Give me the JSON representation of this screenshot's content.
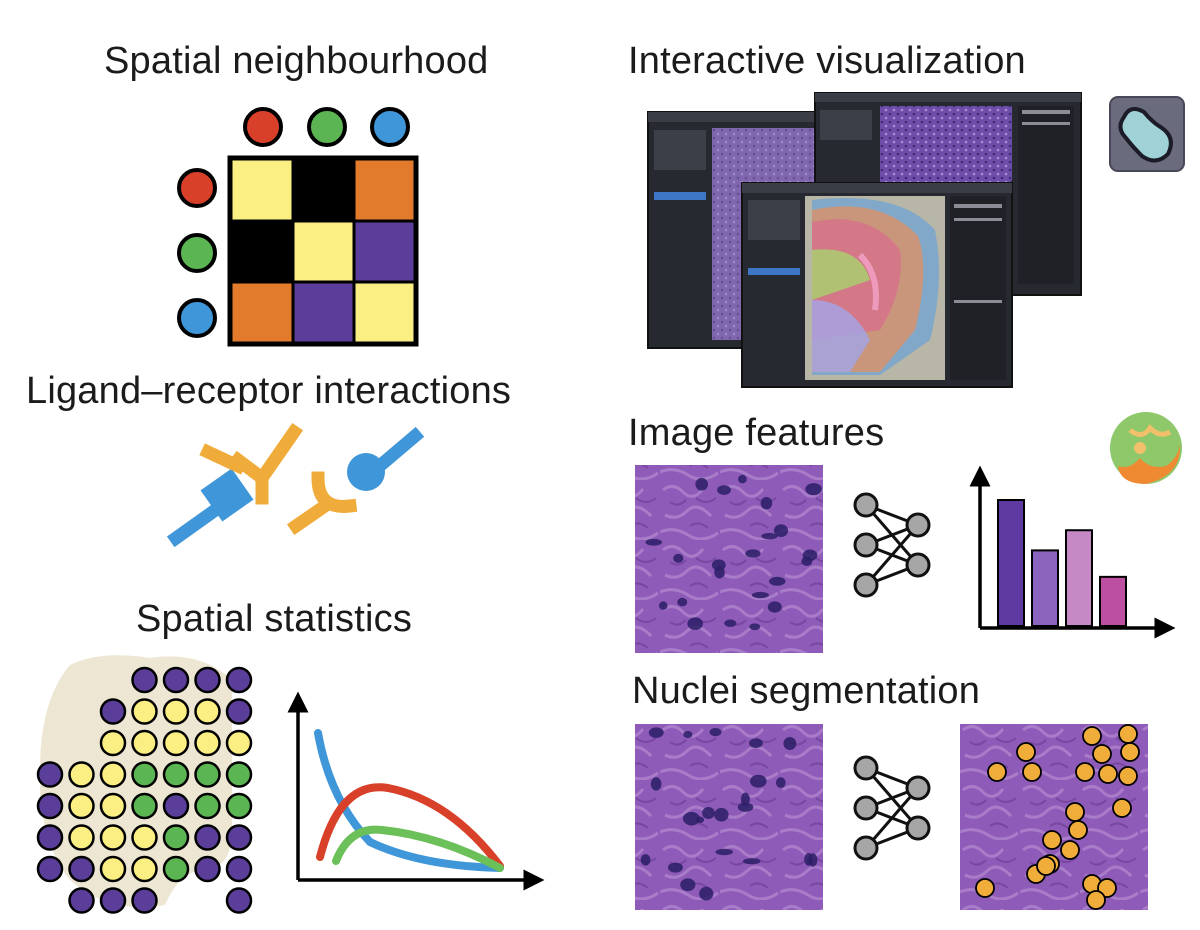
{
  "panels": {
    "spatial_neighbourhood": {
      "title": "Spatial neighbourhood"
    },
    "ligand_receptor": {
      "title": "Ligand–receptor interactions"
    },
    "spatial_statistics": {
      "title": "Spatial statistics"
    },
    "interactive_visualization": {
      "title": "Interactive visualization"
    },
    "image_features": {
      "title": "Image features"
    },
    "nuclei_segmentation": {
      "title": "Nuclei segmentation"
    }
  },
  "colors": {
    "red": "#d8402a",
    "green": "#5cb553",
    "blue": "#3f96d8",
    "yellow": "#fbef84",
    "orange": "#e27b2c",
    "purple": "#5a3e99",
    "black": "#000000",
    "ligand_orange": "#f0ac3b",
    "tissue_purple": "#8f5bb8",
    "nuclei_orange": "#f0ad3a"
  },
  "neighbourhood_matrix": {
    "labels": [
      "red",
      "green",
      "blue"
    ],
    "cells": [
      [
        "yellow",
        "black",
        "orange"
      ],
      [
        "black",
        "yellow",
        "purple"
      ],
      [
        "orange",
        "purple",
        "yellow"
      ]
    ]
  },
  "image_features_bars": {
    "values": [
      1.0,
      0.6,
      0.76,
      0.39
    ],
    "colors": [
      "#5e3aa0",
      "#8b64be",
      "#c58ac5",
      "#bd4fa0"
    ]
  },
  "icons": [
    "napari-logo-icon",
    "squidpy-logo-icon",
    "neural-network-icon"
  ]
}
